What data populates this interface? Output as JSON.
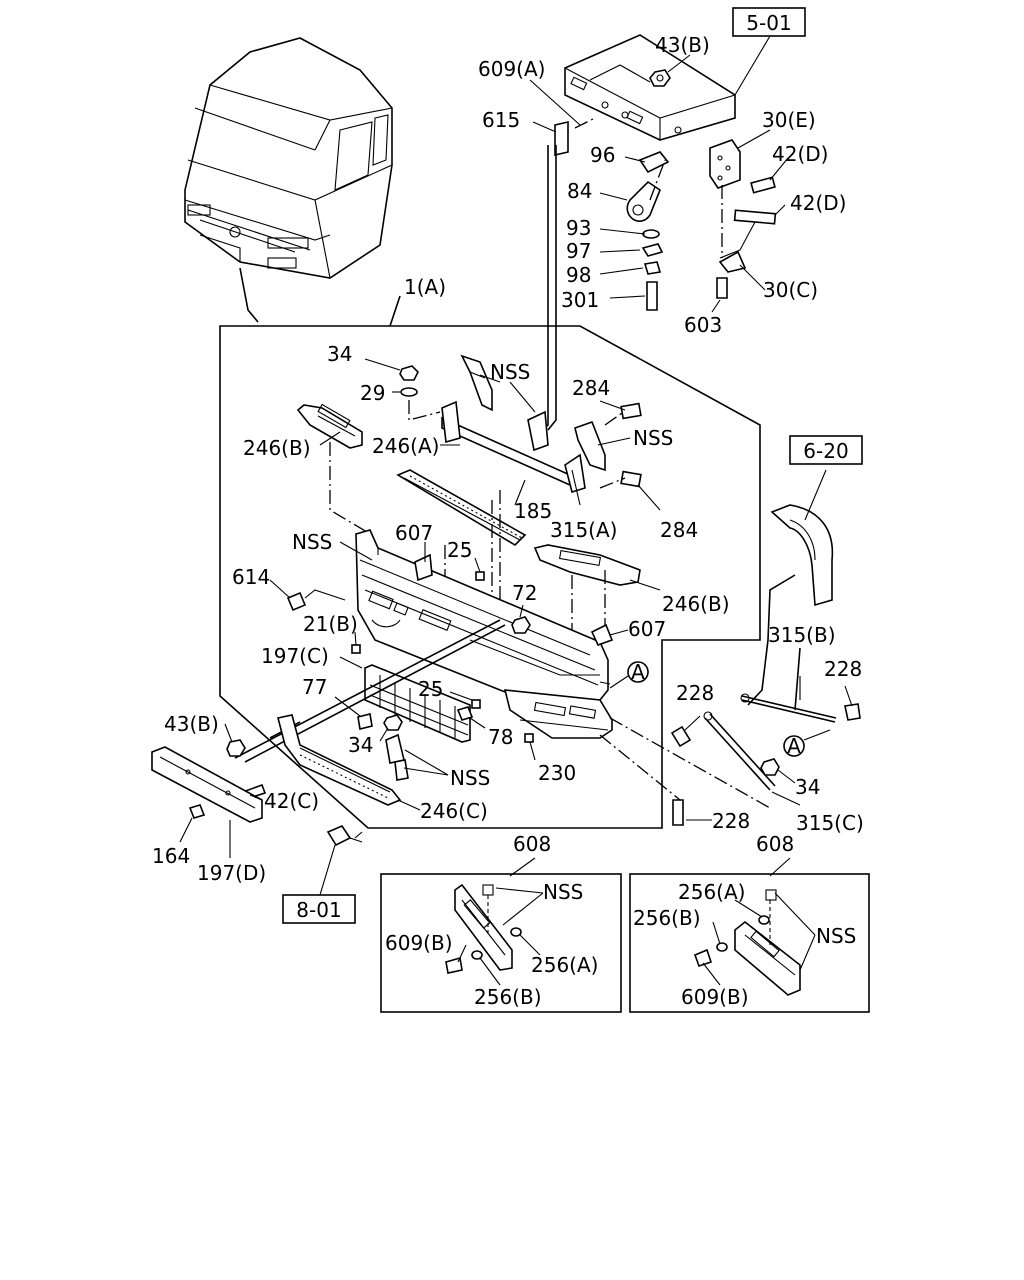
{
  "labels": {
    "p43B_top": "43(B)",
    "p609A": "609(A)",
    "p615": "615",
    "p30E": "30(E)",
    "p96": "96",
    "p42D_1": "42(D)",
    "p84": "84",
    "p42D_2": "42(D)",
    "p93": "93",
    "p97": "97",
    "p98": "98",
    "p301": "301",
    "p30C": "30(C)",
    "p603": "603",
    "p1A": "1(A)",
    "p34_top": "34",
    "nss_1": "NSS",
    "p29": "29",
    "p284_1": "284",
    "nss_2": "NSS",
    "p246B_left": "246(B)",
    "p246A": "246(A)",
    "p185": "185",
    "p315A": "315(A)",
    "p284_2": "284",
    "p607_1": "607",
    "nss_3": "NSS",
    "p25_1": "25",
    "p614": "614",
    "p72": "72",
    "p246B_right": "246(B)",
    "p21B": "21(B)",
    "p607_2": "607",
    "p197C": "197(C)",
    "circleA_1": "A",
    "p77": "77",
    "p25_2": "25",
    "p43B_left": "43(B)",
    "p78": "78",
    "p34_mid": "34",
    "nss_4": "NSS",
    "p230": "230",
    "p42C": "42(C)",
    "p246C": "246(C)",
    "p164": "164",
    "p197D": "197(D)",
    "p315B": "315(B)",
    "p228_1": "228",
    "p228_2": "228",
    "circleA_2": "A",
    "p34_right": "34",
    "p228_3": "228",
    "p315C": "315(C)",
    "p608_1": "608",
    "p608_2": "608",
    "nss_5": "NSS",
    "p256A_1": "256(A)",
    "p609B_1": "609(B)",
    "p256B_1": "256(B)",
    "p256A_2": "256(A)",
    "p256B_2": "256(B)",
    "nss_6": "NSS",
    "p609B_2": "609(B)"
  },
  "refs": {
    "ref501": "5-01",
    "ref620": "6-20",
    "ref801": "8-01"
  }
}
